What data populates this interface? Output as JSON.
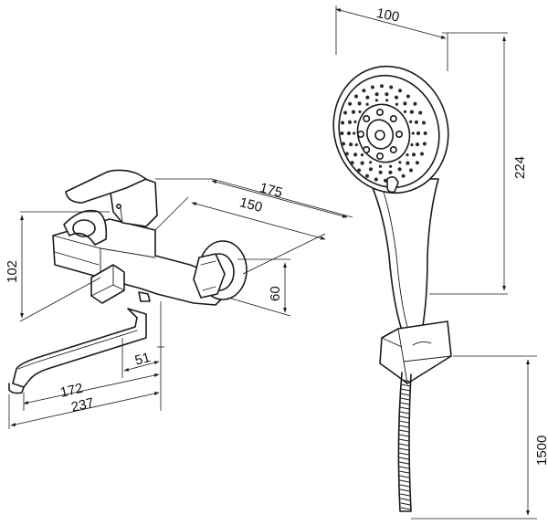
{
  "dimensions": {
    "head_width": "100",
    "shower_length": "224",
    "hose_length": "1500",
    "overall_width": "175",
    "body_width": "150",
    "body_height": "102",
    "outlet_height": "60",
    "spout_offset": "51",
    "spout_reach": "172",
    "spout_total": "237"
  },
  "colors": {
    "line": "#1a1a1a",
    "background": "#ffffff"
  }
}
